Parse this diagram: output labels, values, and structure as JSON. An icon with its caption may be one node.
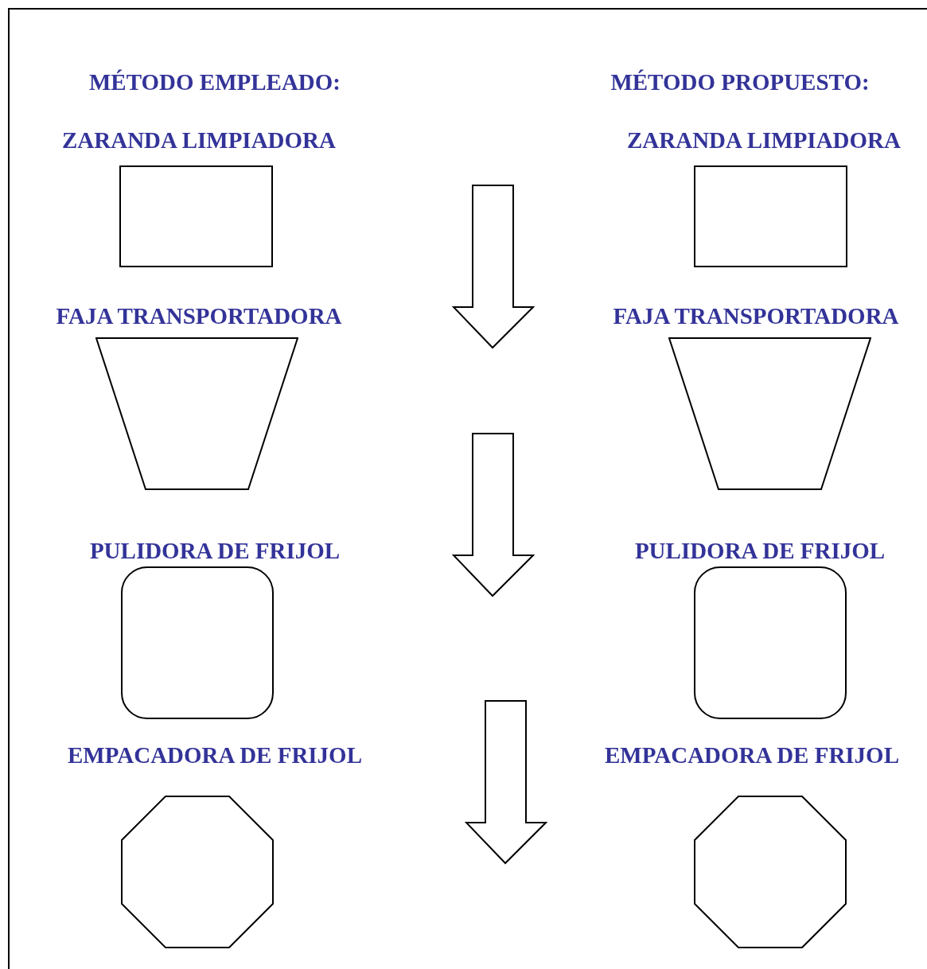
{
  "diagram": {
    "nodes": [
      {
        "text": [],
        "shape": "box"
      },
      {
        "text": [],
        "shape": "box"
      },
      {
        "text": [],
        "shape": "trapezoid"
      },
      {
        "text": [],
        "shape": "trapezoid"
      },
      {
        "text": [],
        "shape": "rounded-box"
      },
      {
        "text": [],
        "shape": "rounded-box"
      },
      {
        "text": [],
        "shape": "octagon"
      },
      {
        "text": [],
        "shape": "octagon"
      }
    ],
    "labels": [
      "MÉTODO EMPLEADO:",
      "MÉTODO PROPUESTO:",
      "ZARANDA LIMPIADORA",
      "ZARANDA LIMPIADORA",
      "FAJA TRANSPORTADORA",
      "FAJA TRANSPORTADORA",
      "PULIDORA DE FRIJOL",
      "PULIDORA DE FRIJOL",
      "EMPACADORA DE FRIJOL",
      "EMPACADORA DE FRIJOL"
    ]
  }
}
